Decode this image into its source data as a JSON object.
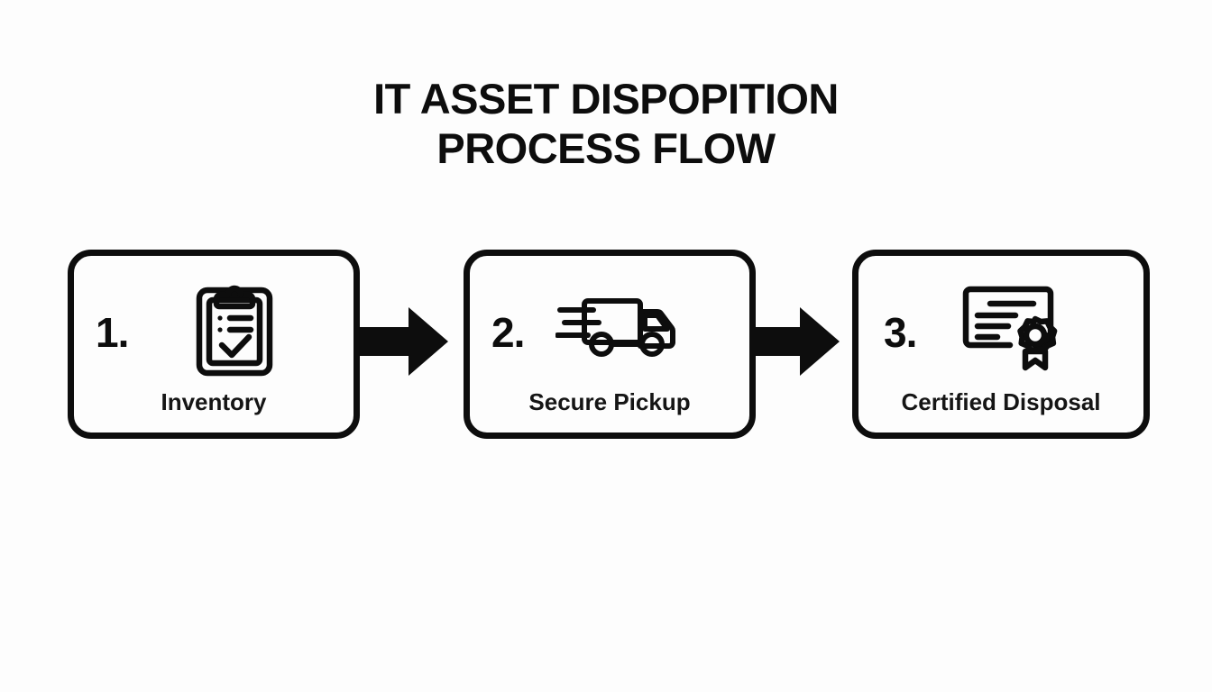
{
  "diagram": {
    "title": {
      "line1": "IT ASSET DISPOPITION",
      "line2": "PROCESS FLOW"
    },
    "background_color": "#fdfdfd",
    "ink_color": "#0d0d0d",
    "steps": [
      {
        "number": "1.",
        "label": "Inventory",
        "icon": "clipboard-checklist-icon"
      },
      {
        "number": "2.",
        "label": "Secure Pickup",
        "icon": "delivery-truck-icon"
      },
      {
        "number": "3.",
        "label": "Certified Disposal",
        "icon": "certificate-seal-icon"
      }
    ],
    "connectors": [
      {
        "name": "arrow-step1-to-step2",
        "direction": "right"
      },
      {
        "name": "arrow-step2-to-step3",
        "direction": "right"
      }
    ]
  }
}
